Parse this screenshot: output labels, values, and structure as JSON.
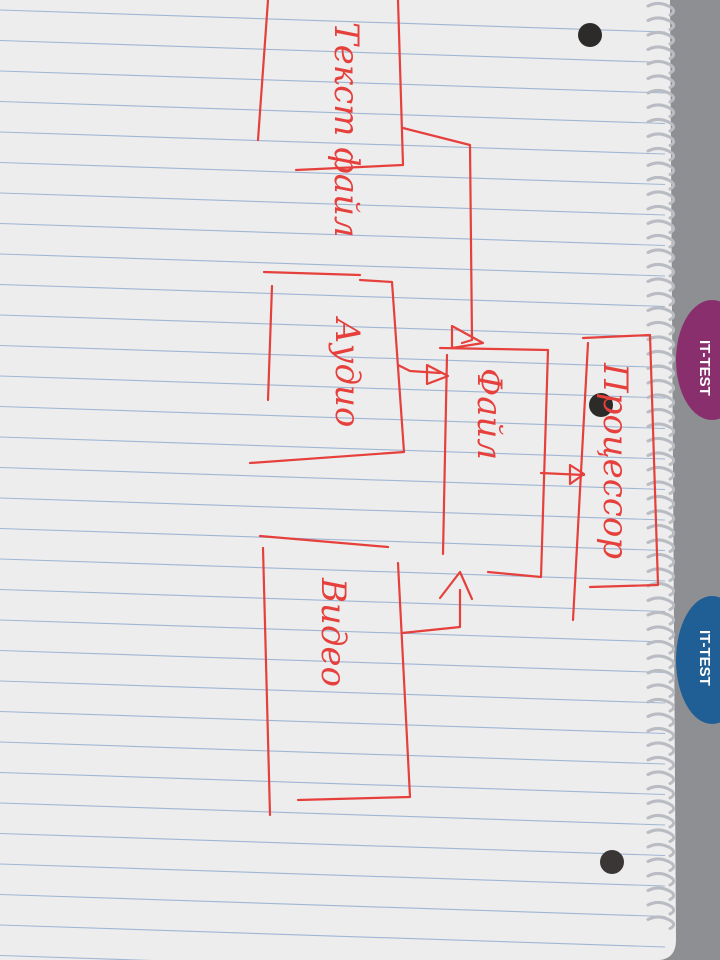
{
  "diagram": {
    "ink_color": "#e5403c",
    "paper_color": "#eeeded",
    "rule_color": "#9fb6d4",
    "boxes": [
      {
        "id": "text-files",
        "label": "Текст файл"
      },
      {
        "id": "audio",
        "label": "Аудио"
      },
      {
        "id": "video",
        "label": "Видео"
      },
      {
        "id": "files",
        "label": "Файл"
      },
      {
        "id": "processor",
        "label": "Процессор"
      }
    ],
    "sticker_text": "IT-TEST",
    "connectors": [
      {
        "from": "text-files",
        "to": "files"
      },
      {
        "from": "audio",
        "to": "files"
      },
      {
        "from": "video",
        "to": "files"
      },
      {
        "from": "files",
        "to": "processor"
      }
    ]
  }
}
